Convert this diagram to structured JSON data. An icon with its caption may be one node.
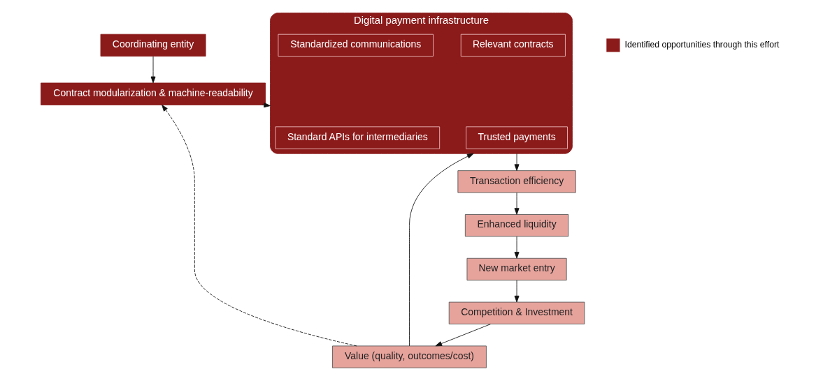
{
  "diagram": {
    "nodes": [
      {
        "text": [
          "Coordinating entity"
        ]
      },
      {
        "text": [
          "Contract modularization & machine-readability"
        ]
      },
      {
        "text": [
          "Digital payment infrastructure"
        ]
      },
      {
        "text": [
          "Trusted payments"
        ],
        "in": 2
      },
      {
        "text": [
          "Standard APIs for intermediaries"
        ],
        "in": 2
      },
      {
        "text": [
          "Relevant contracts"
        ],
        "in": 2
      },
      {
        "text": [
          "Standardized communications"
        ],
        "in": 2
      },
      {
        "text": [
          "Value (quality, outcomes/cost)"
        ]
      },
      {
        "text": [
          "Transaction efficiency"
        ]
      },
      {
        "text": [
          "Competition & Investment"
        ]
      },
      {
        "text": [
          "New market entry"
        ]
      },
      {
        "text": [
          "Enhanced liquidity"
        ]
      }
    ],
    "edges": [
      {
        "from": 0,
        "to": 1,
        "arrow": "to"
      },
      {
        "from": 1,
        "to": 2,
        "arrow": "to"
      },
      {
        "from": 7,
        "to": 2,
        "arrow": "to"
      },
      {
        "from": 7,
        "to": 1,
        "arrow": "to",
        "style": "dashed"
      },
      {
        "from": 2,
        "to": 8,
        "arrow": "to"
      },
      {
        "from": 8,
        "to": 11,
        "arrow": "to"
      },
      {
        "from": 11,
        "to": 10,
        "arrow": "to"
      },
      {
        "from": 10,
        "to": 9,
        "arrow": "to"
      },
      {
        "from": 9,
        "to": 7,
        "arrow": "to"
      }
    ],
    "legend": [
      {
        "text": "Identified opportunities through this effort",
        "color": "#8b1a1a"
      }
    ]
  }
}
